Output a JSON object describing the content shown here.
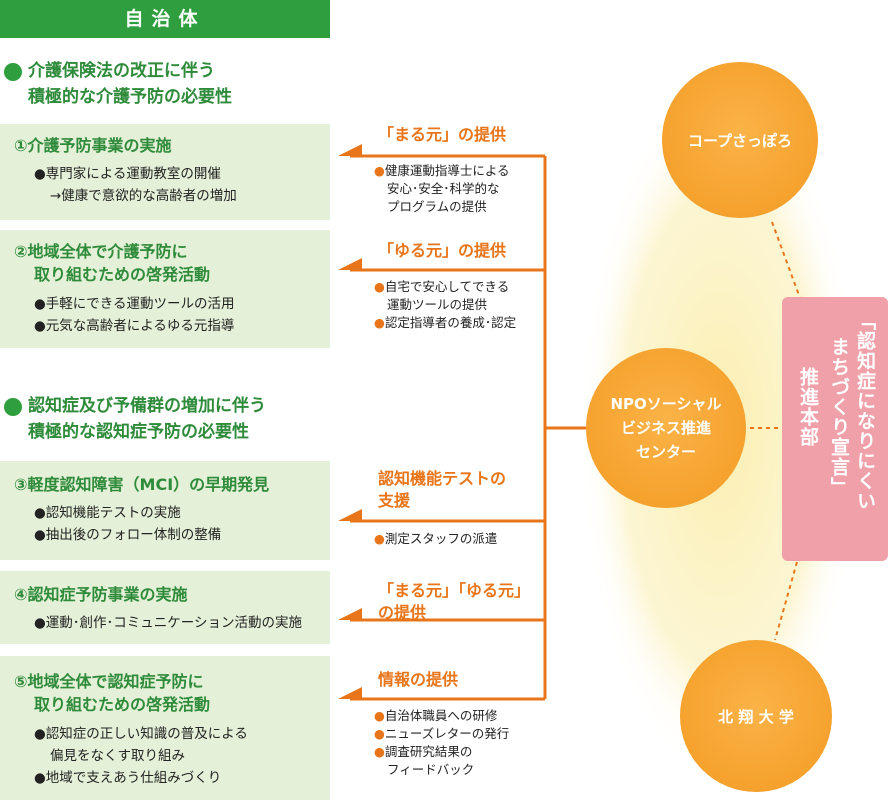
{
  "header": "自治体",
  "section1": {
    "line1": "介護保険法の改正に伴う",
    "line2": "積極的な介護予防の必要性"
  },
  "section2": {
    "line1": "認知症及び予備群の増加に伴う",
    "line2": "積極的な認知症予防の必要性"
  },
  "boxes": [
    {
      "title1": "①介護予防事業の実施",
      "items": [
        "●専門家による運動教室の開催",
        "→健康で意欲的な高齢者の増加"
      ]
    },
    {
      "title1": "②地域全体で介護予防に",
      "title2": "取り組むための啓発活動",
      "items": [
        "●手軽にできる運動ツールの活用",
        "●元気な高齢者によるゆる元指導"
      ]
    },
    {
      "title1": "③軽度認知障害（MCI）の早期発見",
      "items": [
        "●認知機能テストの実施",
        "●抽出後のフォロー体制の整備"
      ]
    },
    {
      "title1": "④認知症予防事業の実施",
      "items": [
        "●運動･創作･コミュニケーション活動の実施"
      ]
    },
    {
      "title1": "⑤地域全体で認知症予防に",
      "title2": "取り組むための啓発活動",
      "items": [
        "●認知症の正しい知識の普及による",
        "偏見をなくす取り組み",
        "●地域で支えあう仕組みづくり"
      ]
    }
  ],
  "provisions": [
    {
      "title1": "「まる元」の提供",
      "items": [
        "健康運動指導士による",
        "安心･安全･科学的な",
        "プログラムの提供"
      ]
    },
    {
      "title1": "「ゆる元」の提供",
      "items": [
        "自宅で安心してできる",
        "運動ツールの提供",
        "認定指導者の養成･認定"
      ]
    },
    {
      "title1": "認知機能テストの",
      "title2": "支援",
      "items": [
        "測定スタッフの派遣"
      ]
    },
    {
      "title1": "「まる元」「ゆる元」",
      "title2": "の提供",
      "items": []
    },
    {
      "title1": "情報の提供",
      "items": [
        "自治体職員への研修",
        "ニューズレターの発行",
        "調査研究結果の",
        "フィードバック"
      ]
    }
  ],
  "circles": {
    "coop": "コープさっぽろ",
    "npo": [
      "NPOソーシャル",
      "ビジネス推進",
      "センター"
    ],
    "univ": "北 翔 大 学"
  },
  "declaration": {
    "col1": "「認知症になりにくい",
    "col2": "まちづくり宣言」",
    "col3": "推進本部"
  },
  "colors": {
    "green": "#2e9e3e",
    "box": "#e5f0d8",
    "orange": "#e8751a",
    "circle": "#f7a12e",
    "pink": "#f0a0a8",
    "glow": "#fbefb0"
  }
}
